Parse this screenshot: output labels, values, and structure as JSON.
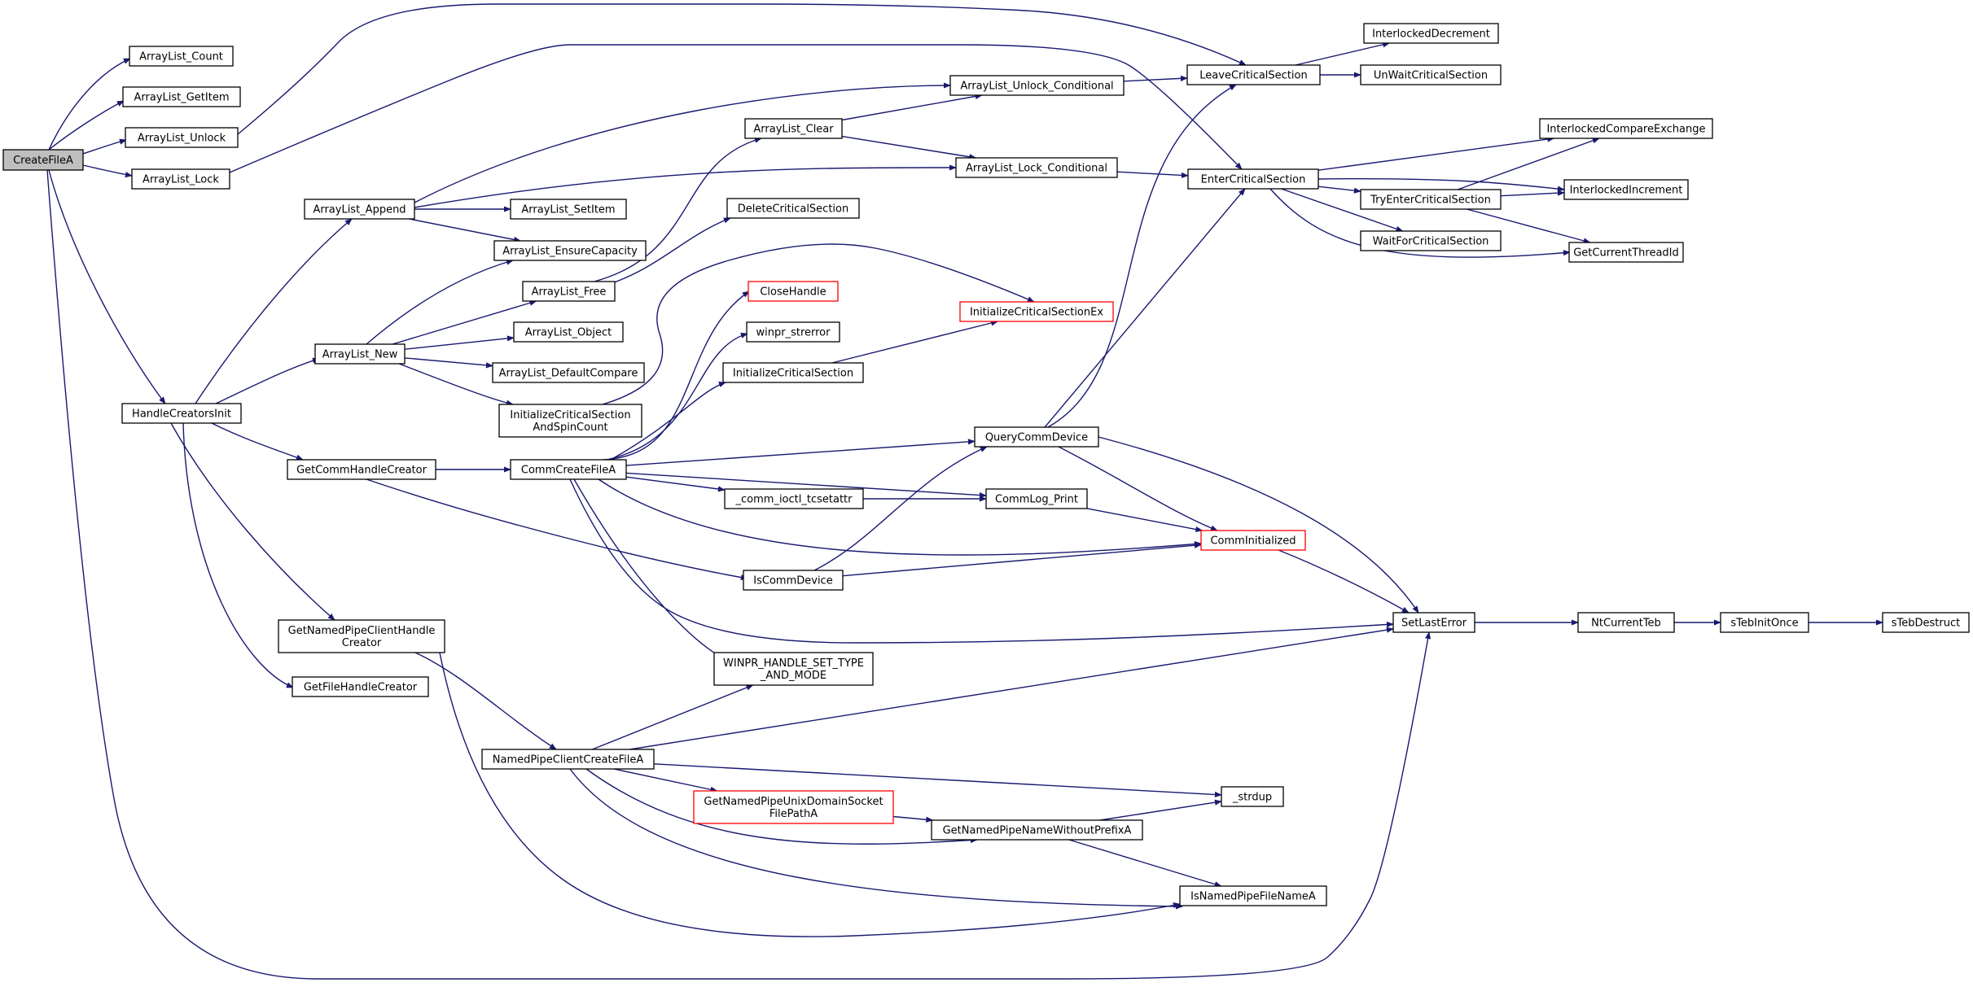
{
  "nodes": [
    {
      "id": "CreateFileA",
      "lines": [
        "CreateFileA"
      ],
      "kind": "root"
    },
    {
      "id": "ArrayList_Count",
      "lines": [
        "ArrayList_Count"
      ]
    },
    {
      "id": "ArrayList_GetItem",
      "lines": [
        "ArrayList_GetItem"
      ]
    },
    {
      "id": "ArrayList_Unlock",
      "lines": [
        "ArrayList_Unlock"
      ]
    },
    {
      "id": "ArrayList_Lock",
      "lines": [
        "ArrayList_Lock"
      ]
    },
    {
      "id": "HandleCreatorsInit",
      "lines": [
        "HandleCreatorsInit"
      ]
    },
    {
      "id": "ArrayList_Append",
      "lines": [
        "ArrayList_Append"
      ]
    },
    {
      "id": "ArrayList_New",
      "lines": [
        "ArrayList_New"
      ]
    },
    {
      "id": "GetCommHandleCreator",
      "lines": [
        "GetCommHandleCreator"
      ]
    },
    {
      "id": "GetNamedPipeClientHandleCreator",
      "lines": [
        "GetNamedPipeClientHandle",
        "Creator"
      ]
    },
    {
      "id": "GetFileHandleCreator",
      "lines": [
        "GetFileHandleCreator"
      ]
    },
    {
      "id": "ArrayList_SetItem",
      "lines": [
        "ArrayList_SetItem"
      ]
    },
    {
      "id": "ArrayList_EnsureCapacity",
      "lines": [
        "ArrayList_EnsureCapacity"
      ]
    },
    {
      "id": "ArrayList_Free",
      "lines": [
        "ArrayList_Free"
      ]
    },
    {
      "id": "ArrayList_Object",
      "lines": [
        "ArrayList_Object"
      ]
    },
    {
      "id": "ArrayList_DefaultCompare",
      "lines": [
        "ArrayList_DefaultCompare"
      ]
    },
    {
      "id": "InitializeCriticalSectionAndSpinCount",
      "lines": [
        "InitializeCriticalSection",
        "AndSpinCount"
      ]
    },
    {
      "id": "CommCreateFileA",
      "lines": [
        "CommCreateFileA"
      ]
    },
    {
      "id": "NamedPipeClientCreateFileA",
      "lines": [
        "NamedPipeClientCreateFileA"
      ]
    },
    {
      "id": "ArrayList_Clear",
      "lines": [
        "ArrayList_Clear"
      ]
    },
    {
      "id": "DeleteCriticalSection",
      "lines": [
        "DeleteCriticalSection"
      ]
    },
    {
      "id": "CloseHandle",
      "lines": [
        "CloseHandle"
      ],
      "kind": "trunc"
    },
    {
      "id": "winpr_strerror",
      "lines": [
        "winpr_strerror"
      ]
    },
    {
      "id": "InitializeCriticalSection",
      "lines": [
        "InitializeCriticalSection"
      ]
    },
    {
      "id": "_comm_ioctl_tcsetattr",
      "lines": [
        "_comm_ioctl_tcsetattr"
      ]
    },
    {
      "id": "IsCommDevice",
      "lines": [
        "IsCommDevice"
      ]
    },
    {
      "id": "WINPR_HANDLE_SET_TYPE_AND_MODE",
      "lines": [
        "WINPR_HANDLE_SET_TYPE",
        "_AND_MODE"
      ]
    },
    {
      "id": "GetNamedPipeUnixDomainSocketFilePathA",
      "lines": [
        "GetNamedPipeUnixDomainSocket",
        "FilePathA"
      ],
      "kind": "trunc"
    },
    {
      "id": "ArrayList_Unlock_Conditional",
      "lines": [
        "ArrayList_Unlock_Conditional"
      ]
    },
    {
      "id": "ArrayList_Lock_Conditional",
      "lines": [
        "ArrayList_Lock_Conditional"
      ]
    },
    {
      "id": "InitializeCriticalSectionEx",
      "lines": [
        "InitializeCriticalSectionEx"
      ],
      "kind": "trunc"
    },
    {
      "id": "QueryCommDevice",
      "lines": [
        "QueryCommDevice"
      ]
    },
    {
      "id": "CommLog_Print",
      "lines": [
        "CommLog_Print"
      ]
    },
    {
      "id": "GetNamedPipeNameWithoutPrefixA",
      "lines": [
        "GetNamedPipeNameWithoutPrefixA"
      ]
    },
    {
      "id": "LeaveCriticalSection",
      "lines": [
        "LeaveCriticalSection"
      ]
    },
    {
      "id": "EnterCriticalSection",
      "lines": [
        "EnterCriticalSection"
      ]
    },
    {
      "id": "CommInitialized",
      "lines": [
        "CommInitialized"
      ],
      "kind": "trunc"
    },
    {
      "id": "_strdup",
      "lines": [
        "_strdup"
      ]
    },
    {
      "id": "IsNamedPipeFileNameA",
      "lines": [
        "IsNamedPipeFileNameA"
      ]
    },
    {
      "id": "InterlockedDecrement",
      "lines": [
        "InterlockedDecrement"
      ]
    },
    {
      "id": "UnWaitCriticalSection",
      "lines": [
        "UnWaitCriticalSection"
      ]
    },
    {
      "id": "TryEnterCriticalSection",
      "lines": [
        "TryEnterCriticalSection"
      ]
    },
    {
      "id": "WaitForCriticalSection",
      "lines": [
        "WaitForCriticalSection"
      ]
    },
    {
      "id": "SetLastError",
      "lines": [
        "SetLastError"
      ]
    },
    {
      "id": "InterlockedCompareExchange",
      "lines": [
        "InterlockedCompareExchange"
      ]
    },
    {
      "id": "InterlockedIncrement",
      "lines": [
        "InterlockedIncrement"
      ]
    },
    {
      "id": "GetCurrentThreadId",
      "lines": [
        "GetCurrentThreadId"
      ]
    },
    {
      "id": "NtCurrentTeb",
      "lines": [
        "NtCurrentTeb"
      ]
    },
    {
      "id": "sTebInitOnce",
      "lines": [
        "sTebInitOnce"
      ]
    },
    {
      "id": "sTebDestruct",
      "lines": [
        "sTebDestruct"
      ]
    }
  ],
  "edges": [
    [
      "CreateFileA",
      "ArrayList_Count"
    ],
    [
      "CreateFileA",
      "ArrayList_GetItem"
    ],
    [
      "CreateFileA",
      "ArrayList_Unlock"
    ],
    [
      "CreateFileA",
      "ArrayList_Lock"
    ],
    [
      "CreateFileA",
      "HandleCreatorsInit"
    ],
    [
      "CreateFileA",
      "SetLastError"
    ],
    [
      "ArrayList_Unlock",
      "LeaveCriticalSection"
    ],
    [
      "ArrayList_Lock",
      "EnterCriticalSection"
    ],
    [
      "HandleCreatorsInit",
      "ArrayList_Append"
    ],
    [
      "HandleCreatorsInit",
      "ArrayList_New"
    ],
    [
      "HandleCreatorsInit",
      "GetCommHandleCreator"
    ],
    [
      "HandleCreatorsInit",
      "GetNamedPipeClientHandleCreator"
    ],
    [
      "HandleCreatorsInit",
      "GetFileHandleCreator"
    ],
    [
      "ArrayList_Append",
      "ArrayList_Unlock_Conditional"
    ],
    [
      "ArrayList_Append",
      "ArrayList_Lock_Conditional"
    ],
    [
      "ArrayList_Append",
      "ArrayList_SetItem"
    ],
    [
      "ArrayList_Append",
      "ArrayList_EnsureCapacity"
    ],
    [
      "ArrayList_New",
      "ArrayList_EnsureCapacity"
    ],
    [
      "ArrayList_New",
      "ArrayList_Free"
    ],
    [
      "ArrayList_New",
      "ArrayList_Object"
    ],
    [
      "ArrayList_New",
      "ArrayList_DefaultCompare"
    ],
    [
      "ArrayList_New",
      "InitializeCriticalSectionAndSpinCount"
    ],
    [
      "ArrayList_Free",
      "ArrayList_Clear"
    ],
    [
      "ArrayList_Free",
      "DeleteCriticalSection"
    ],
    [
      "ArrayList_Clear",
      "ArrayList_Unlock_Conditional"
    ],
    [
      "ArrayList_Clear",
      "ArrayList_Lock_Conditional"
    ],
    [
      "ArrayList_Unlock_Conditional",
      "LeaveCriticalSection"
    ],
    [
      "ArrayList_Lock_Conditional",
      "EnterCriticalSection"
    ],
    [
      "InitializeCriticalSectionAndSpinCount",
      "InitializeCriticalSectionEx"
    ],
    [
      "InitializeCriticalSection",
      "InitializeCriticalSectionEx"
    ],
    [
      "GetCommHandleCreator",
      "CommCreateFileA"
    ],
    [
      "GetCommHandleCreator",
      "IsCommDevice"
    ],
    [
      "GetNamedPipeClientHandleCreator",
      "NamedPipeClientCreateFileA"
    ],
    [
      "GetNamedPipeClientHandleCreator",
      "IsNamedPipeFileNameA"
    ],
    [
      "CommCreateFileA",
      "CloseHandle"
    ],
    [
      "CommCreateFileA",
      "winpr_strerror"
    ],
    [
      "CommCreateFileA",
      "InitializeCriticalSection"
    ],
    [
      "CommCreateFileA",
      "QueryCommDevice"
    ],
    [
      "CommCreateFileA",
      "CommLog_Print"
    ],
    [
      "CommCreateFileA",
      "_comm_ioctl_tcsetattr"
    ],
    [
      "CommCreateFileA",
      "CommInitialized"
    ],
    [
      "CommCreateFileA",
      "SetLastError"
    ],
    [
      "CommCreateFileA",
      "WINPR_HANDLE_SET_TYPE_AND_MODE"
    ],
    [
      "_comm_ioctl_tcsetattr",
      "CommLog_Print"
    ],
    [
      "IsCommDevice",
      "QueryCommDevice"
    ],
    [
      "IsCommDevice",
      "CommInitialized"
    ],
    [
      "QueryCommDevice",
      "LeaveCriticalSection"
    ],
    [
      "QueryCommDevice",
      "EnterCriticalSection"
    ],
    [
      "QueryCommDevice",
      "CommInitialized"
    ],
    [
      "QueryCommDevice",
      "SetLastError"
    ],
    [
      "CommLog_Print",
      "CommInitialized"
    ],
    [
      "CommInitialized",
      "SetLastError"
    ],
    [
      "NamedPipeClientCreateFileA",
      "WINPR_HANDLE_SET_TYPE_AND_MODE"
    ],
    [
      "NamedPipeClientCreateFileA",
      "SetLastError"
    ],
    [
      "NamedPipeClientCreateFileA",
      "_strdup"
    ],
    [
      "NamedPipeClientCreateFileA",
      "GetNamedPipeUnixDomainSocketFilePathA"
    ],
    [
      "NamedPipeClientCreateFileA",
      "GetNamedPipeNameWithoutPrefixA"
    ],
    [
      "NamedPipeClientCreateFileA",
      "IsNamedPipeFileNameA"
    ],
    [
      "GetNamedPipeUnixDomainSocketFilePathA",
      "GetNamedPipeNameWithoutPrefixA"
    ],
    [
      "GetNamedPipeNameWithoutPrefixA",
      "_strdup"
    ],
    [
      "GetNamedPipeNameWithoutPrefixA",
      "IsNamedPipeFileNameA"
    ],
    [
      "LeaveCriticalSection",
      "InterlockedDecrement"
    ],
    [
      "LeaveCriticalSection",
      "UnWaitCriticalSection"
    ],
    [
      "EnterCriticalSection",
      "InterlockedCompareExchange"
    ],
    [
      "EnterCriticalSection",
      "InterlockedIncrement"
    ],
    [
      "EnterCriticalSection",
      "TryEnterCriticalSection"
    ],
    [
      "EnterCriticalSection",
      "WaitForCriticalSection"
    ],
    [
      "EnterCriticalSection",
      "GetCurrentThreadId"
    ],
    [
      "TryEnterCriticalSection",
      "InterlockedCompareExchange"
    ],
    [
      "TryEnterCriticalSection",
      "InterlockedIncrement"
    ],
    [
      "TryEnterCriticalSection",
      "GetCurrentThreadId"
    ],
    [
      "SetLastError",
      "NtCurrentTeb"
    ],
    [
      "NtCurrentTeb",
      "sTebInitOnce"
    ],
    [
      "sTebInitOnce",
      "sTebDestruct"
    ]
  ],
  "colors": {
    "edge": "#191970",
    "node_border": "#000000",
    "truncated_border": "#ff0000",
    "root_fill": "#bfbfbf",
    "node_fill": "#ffffff"
  }
}
